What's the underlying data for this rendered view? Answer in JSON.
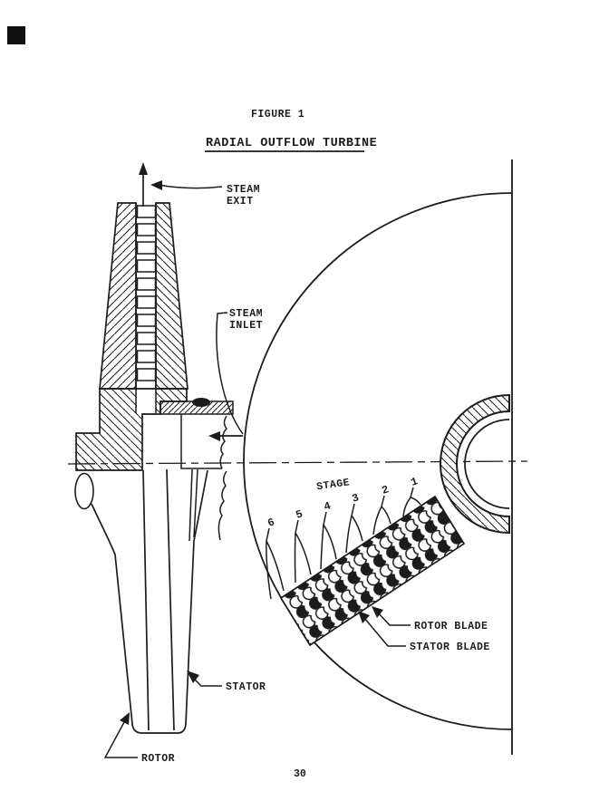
{
  "page": {
    "paper_color": "#ffffff",
    "ink_color": "#1c1c1c",
    "page_number": "30",
    "scan_artifact": "black-square-top-left"
  },
  "figure": {
    "label": "FIGURE 1",
    "title": "RADIAL OUTFLOW TURBINE"
  },
  "labels": {
    "steam_exit_line1": "STEAM",
    "steam_exit_line2": "EXIT",
    "steam_inlet_line1": "STEAM",
    "steam_inlet_line2": "INLET",
    "stage": "STAGE",
    "rotor_blade": "ROTOR BLADE",
    "stator_blade": "STATOR BLADE",
    "stator": "STATOR",
    "rotor": "ROTOR"
  },
  "stages": [
    "6",
    "5",
    "4",
    "3",
    "2",
    "1"
  ]
}
